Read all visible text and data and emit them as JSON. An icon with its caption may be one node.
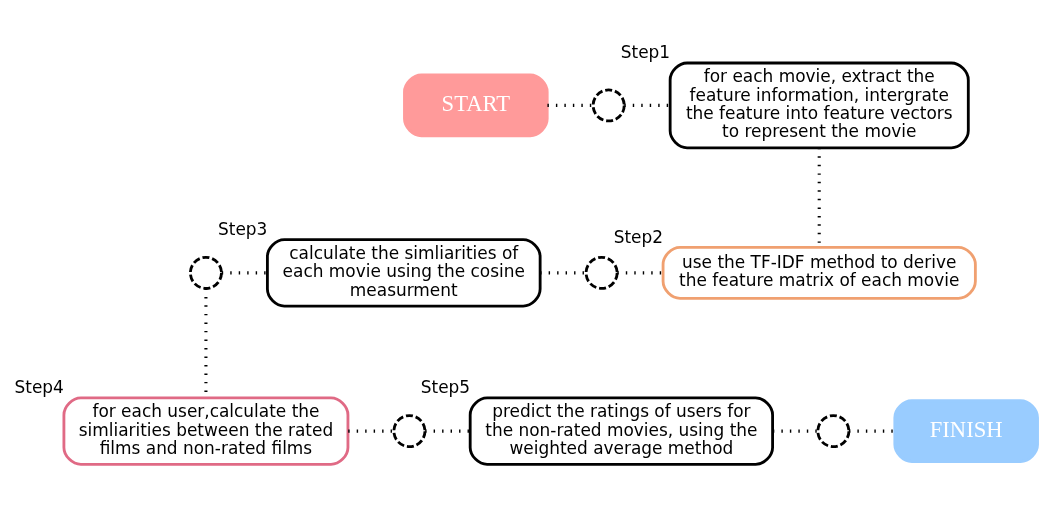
{
  "diagram": {
    "nodes": [
      {
        "text": [
          "START"
        ]
      },
      {
        "text": [],
        "shape": "circle"
      },
      {
        "text": [
          "for each movie, extract the feature information, intergrate the feature into feature vectors to represent the movie"
        ],
        "beside": [
          "Step1"
        ]
      },
      {
        "text": [],
        "shape": "circle"
      },
      {
        "text": [
          "calculate the simliarities of each movie using the cosine measurment"
        ],
        "beside": [
          "Step3"
        ]
      },
      {
        "text": [],
        "shape": "circle"
      },
      {
        "text": [
          "use the TF-IDF method to derive the feature matrix of each movie"
        ],
        "beside": [
          "Step2"
        ]
      },
      {
        "text": [
          "for each user,calculate the simliarities between the rated films and non-rated films"
        ],
        "beside": [
          "Step4"
        ]
      },
      {
        "text": [],
        "shape": "circle"
      },
      {
        "text": [
          "predict the ratings of users for the non-rated movies, using the weighted average method"
        ],
        "beside": [
          "Step5"
        ]
      },
      {
        "text": [],
        "shape": "circle"
      },
      {
        "text": [
          "FINISH"
        ]
      }
    ],
    "edges": [
      {
        "from": 0,
        "to": 1,
        "arrow": "none"
      },
      {
        "from": 1,
        "to": 2,
        "arrow": "none"
      },
      {
        "from": 2,
        "to": 6,
        "arrow": "none"
      },
      {
        "from": 6,
        "to": 5,
        "arrow": "none"
      },
      {
        "from": 5,
        "to": 4,
        "arrow": "none"
      },
      {
        "from": 4,
        "to": 3,
        "arrow": "none"
      },
      {
        "from": 3,
        "to": 7,
        "arrow": "none"
      },
      {
        "from": 7,
        "to": 8,
        "arrow": "none"
      },
      {
        "from": 8,
        "to": 9,
        "arrow": "none"
      },
      {
        "from": 9,
        "to": 10,
        "arrow": "none"
      },
      {
        "from": 10,
        "to": 11,
        "arrow": "none"
      }
    ]
  }
}
